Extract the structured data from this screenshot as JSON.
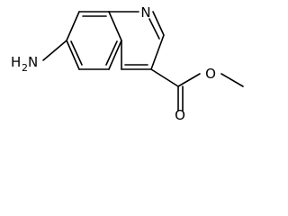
{
  "molecule": {
    "atoms": {
      "ring_n": "N",
      "amine_h": "H",
      "amine_sub": "2",
      "amine_n": "N",
      "carbonyl_o": "O",
      "ester_o": "O"
    }
  }
}
